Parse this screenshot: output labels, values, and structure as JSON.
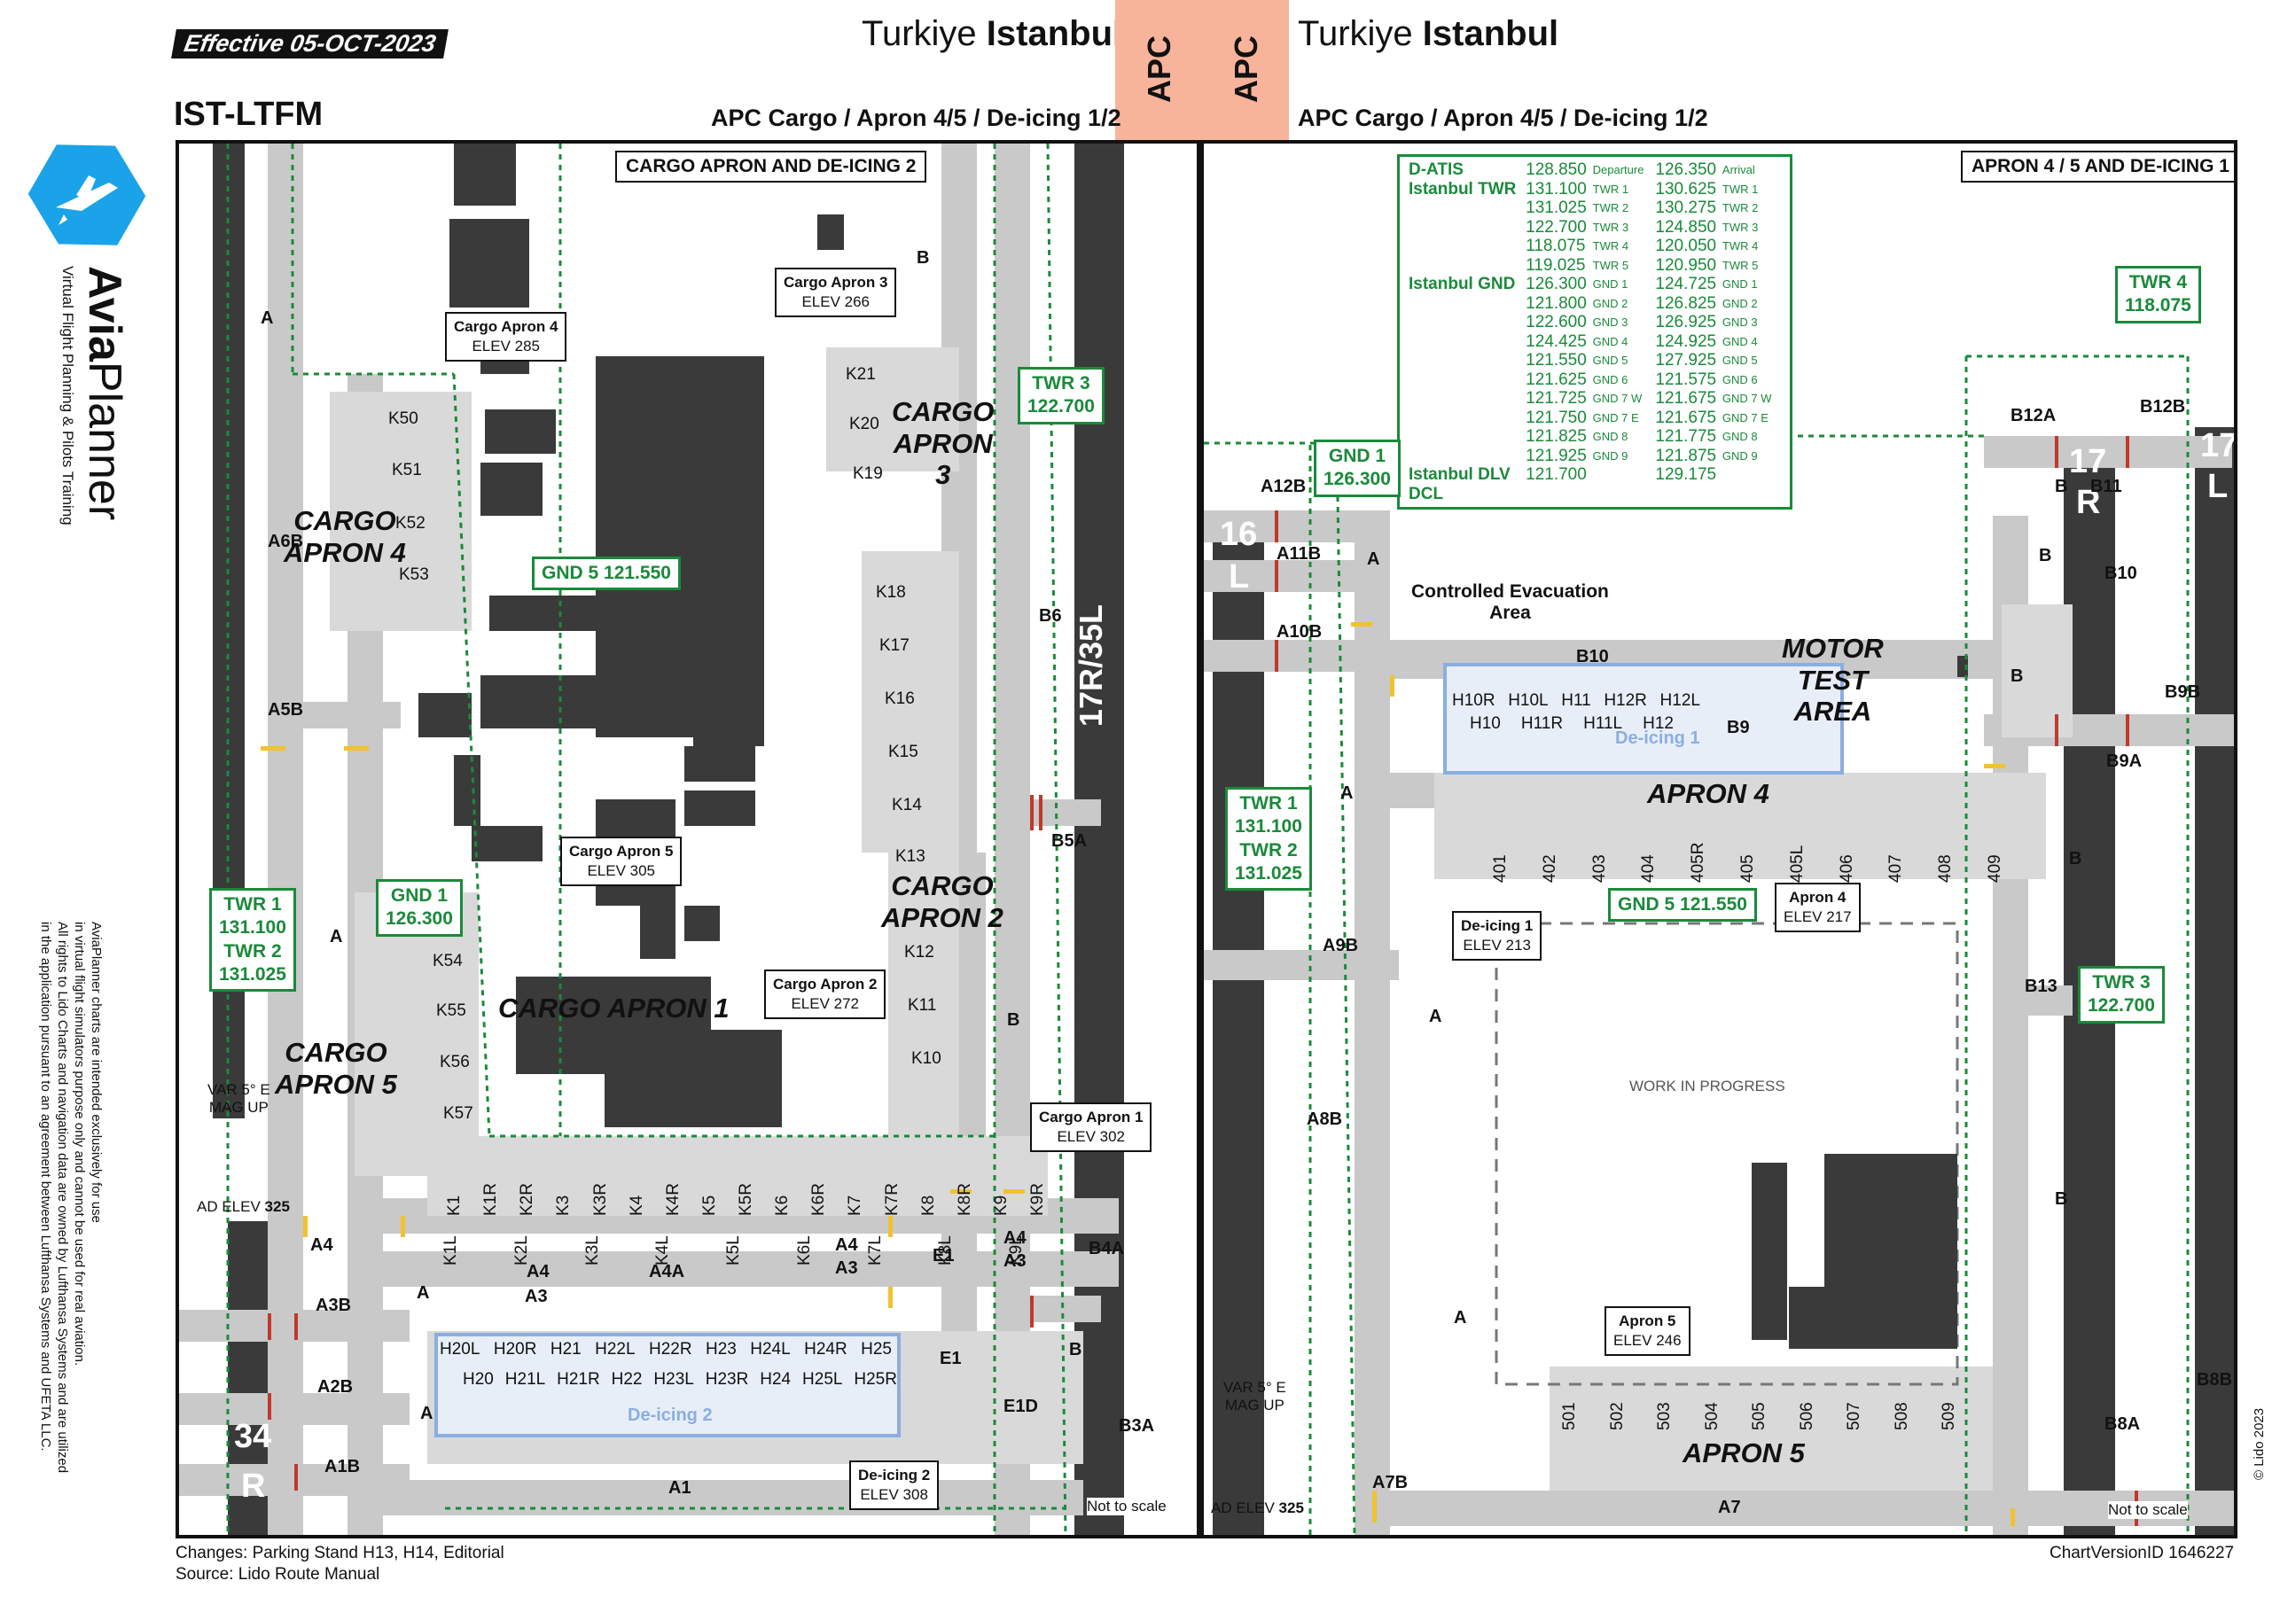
{
  "header": {
    "effective": "Effective  05-OCT-2023",
    "country_left": "Turkiye",
    "city_left": "Istanbul",
    "country_right": "Turkiye",
    "city_right": "Istanbul",
    "apc_left": "APC",
    "apc_right": "APC",
    "icao": "IST-LTFM",
    "subtitle_left": "APC Cargo / Apron 4/5 / De-icing 1/2",
    "subtitle_right": "APC Cargo / Apron 4/5 / De-icing 1/2",
    "apc_color": "#f7b49b"
  },
  "brand": {
    "name_a": "Avia",
    "name_b": "Planner",
    "tagline": "Virtual Flight Planning & Pilots Training",
    "logo_icon": "plane-icon",
    "logo_color": "#1aa3e8"
  },
  "side_notes": {
    "line1": "AviaPlanner charts are intended exclusively for use",
    "line2": "in virtual flight simulators purpose only and cannot be used for real aviation.",
    "line3": "All rights to Lido Charts and navigation data are owned by Lufthansa Systems and are utilized",
    "line4": "in the application pursuant to an agreement between Lufthansa Systems and UFETA LLC."
  },
  "left_panel": {
    "title": "CARGO APRON AND DE-ICING 2",
    "var": "VAR 5° E",
    "mag": "MAG UP",
    "ad_elev_label": "AD ELEV",
    "ad_elev": "325",
    "not_to_scale": "Not to scale",
    "runway_label": "17R/35L",
    "rwy_end_num": "34",
    "rwy_end_side": "R",
    "aprons": {
      "cargo1": "CARGO APRON 1",
      "cargo2a": "CARGO",
      "cargo2b": "APRON 2",
      "cargo3a": "CARGO",
      "cargo3b": "APRON",
      "cargo3c": "3",
      "cargo4a": "CARGO",
      "cargo4b": "APRON 4",
      "cargo5a": "CARGO",
      "cargo5b": "APRON 5",
      "deicing": "De-icing 2"
    },
    "info_boxes": [
      {
        "title": "Cargo Apron 4",
        "elev": "ELEV 285"
      },
      {
        "title": "Cargo Apron 3",
        "elev": "ELEV 266"
      },
      {
        "title": "Cargo Apron 5",
        "elev": "ELEV 305"
      },
      {
        "title": "Cargo Apron 2",
        "elev": "ELEV 272"
      },
      {
        "title": "Cargo Apron 1",
        "elev": "ELEV 302"
      },
      {
        "title": "De-icing 2",
        "elev": "ELEV 308"
      }
    ],
    "freq_boxes": {
      "gnd5": "GND 5 121.550",
      "twr3a": "TWR 3",
      "twr3b": "122.700",
      "gnd1a": "GND 1",
      "gnd1b": "126.300",
      "twr1a": "TWR 1",
      "twr1b": "131.100",
      "twr2a": "TWR 2",
      "twr2b": "131.025"
    },
    "stands_k_apron4": [
      "K50",
      "K51",
      "K52",
      "K53"
    ],
    "stands_k_apron3": [
      "K21",
      "K20",
      "K19"
    ],
    "stands_k_apron2": [
      "K18",
      "K17",
      "K16",
      "K15",
      "K14",
      "K13",
      "K12",
      "K11",
      "K10"
    ],
    "stands_k_apron5": [
      "K54",
      "K55",
      "K56",
      "K57"
    ],
    "stands_k_apron1_top": [
      "K1",
      "K1R",
      "K2R",
      "K3",
      "K3R",
      "K4",
      "K4R",
      "K5",
      "K5R",
      "K6",
      "K6R",
      "K7",
      "K7R",
      "K8",
      "K8R",
      "K9",
      "K9R"
    ],
    "stands_k_apron1_bot": [
      "K1L",
      "K2L",
      "K3L",
      "K4L",
      "K5L",
      "K6L",
      "K7L",
      "K8L",
      "K9L"
    ],
    "stands_h_top": [
      "H20L",
      "H20R",
      "H21",
      "H22L",
      "H22R",
      "H23",
      "H24L",
      "H24R",
      "H25"
    ],
    "stands_h_bot": [
      "H20",
      "H21L",
      "H21R",
      "H22",
      "H23L",
      "H23R",
      "H24",
      "H25L",
      "H25R"
    ],
    "taxiways": {
      "A": "A",
      "B": "B",
      "A6B": "A6B",
      "A5B": "A5B",
      "A4": "A4",
      "A3B": "A3B",
      "A2B": "A2B",
      "A1B": "A1B",
      "A1": "A1",
      "A3": "A3",
      "A4A": "A4A",
      "E1": "E1",
      "E1D": "E1D",
      "B3A": "B3A",
      "B4A": "B4A",
      "B5A": "B5A",
      "B6": "B6"
    }
  },
  "right_panel": {
    "title": "APRON 4 / 5 AND DE-ICING 1",
    "var": "VAR 5° E",
    "mag": "MAG UP",
    "ad_elev_label": "AD ELEV",
    "ad_elev": "325",
    "not_to_scale": "Not to scale",
    "wip": "WORK IN PROGRESS",
    "ctrl_evac_a": "Controlled Evacuation",
    "ctrl_evac_b": "Area",
    "motor_a": "MOTOR",
    "motor_b": "TEST",
    "motor_c": "AREA",
    "apron4": "APRON 4",
    "apron5": "APRON 5",
    "deicing": "De-icing 1",
    "rwy16_num": "16",
    "rwy16_side": "L",
    "rwy17r_num": "17",
    "rwy17r_side": "R",
    "rwy17l_num": "17",
    "rwy17l_side": "L",
    "info_boxes": [
      {
        "title": "De-icing 1",
        "elev": "ELEV 213"
      },
      {
        "title": "Apron 4",
        "elev": "ELEV 217"
      },
      {
        "title": "Apron 5",
        "elev": "ELEV 246"
      }
    ],
    "freq_boxes": {
      "gnd1a": "GND 1",
      "gnd1b": "126.300",
      "twr1a": "TWR 1",
      "twr1b": "131.100",
      "twr2a": "TWR 2",
      "twr2b": "131.025",
      "twr4a": "TWR 4",
      "twr4b": "118.075",
      "twr3a": "TWR 3",
      "twr3b": "122.700",
      "gnd5": "GND 5 121.550"
    },
    "stands_apron4": [
      "401",
      "402",
      "403",
      "404",
      "405R",
      "405",
      "405L",
      "406",
      "407",
      "408",
      "409"
    ],
    "stands_apron5": [
      "501",
      "502",
      "503",
      "504",
      "505",
      "506",
      "507",
      "508",
      "509"
    ],
    "stands_h_row1": [
      "H10R",
      "H10L",
      "H11",
      "H12R",
      "H12L"
    ],
    "stands_h_row2": [
      "H10",
      "H11R",
      "H11L",
      "H12"
    ],
    "taxiways": {
      "A12B": "A12B",
      "A11B": "A11B",
      "A10B": "A10B",
      "A9B": "A9B",
      "A8B": "A8B",
      "A7B": "A7B",
      "A7": "A7",
      "A": "A",
      "B": "B",
      "B10": "B10",
      "B9": "B9",
      "B9A": "B9A",
      "B9B": "B9B",
      "B11": "B11",
      "B12A": "B12A",
      "B12B": "B12B",
      "B13": "B13",
      "B8A": "B8A",
      "B8B": "B8B"
    }
  },
  "frequencies": [
    {
      "name": "D-ATIS",
      "f1": "128.850",
      "s1": "Departure",
      "f2": "126.350",
      "s2": "Arrival"
    },
    {
      "name": "Istanbul TWR",
      "f1": "131.100",
      "s1": "TWR 1",
      "f2": "130.625",
      "s2": "TWR 1"
    },
    {
      "name": "",
      "f1": "131.025",
      "s1": "TWR 2",
      "f2": "130.275",
      "s2": "TWR 2"
    },
    {
      "name": "",
      "f1": "122.700",
      "s1": "TWR 3",
      "f2": "124.850",
      "s2": "TWR 3"
    },
    {
      "name": "",
      "f1": "118.075",
      "s1": "TWR 4",
      "f2": "120.050",
      "s2": "TWR 4"
    },
    {
      "name": "",
      "f1": "119.025",
      "s1": "TWR 5",
      "f2": "120.950",
      "s2": "TWR 5"
    },
    {
      "name": "Istanbul GND",
      "f1": "126.300",
      "s1": "GND 1",
      "f2": "124.725",
      "s2": "GND 1"
    },
    {
      "name": "",
      "f1": "121.800",
      "s1": "GND 2",
      "f2": "126.825",
      "s2": "GND 2"
    },
    {
      "name": "",
      "f1": "122.600",
      "s1": "GND 3",
      "f2": "126.925",
      "s2": "GND 3"
    },
    {
      "name": "",
      "f1": "124.425",
      "s1": "GND 4",
      "f2": "124.925",
      "s2": "GND 4"
    },
    {
      "name": "",
      "f1": "121.550",
      "s1": "GND 5",
      "f2": "127.925",
      "s2": "GND 5"
    },
    {
      "name": "",
      "f1": "121.625",
      "s1": "GND 6",
      "f2": "121.575",
      "s2": "GND 6"
    },
    {
      "name": "",
      "f1": "121.725",
      "s1": "GND 7 W",
      "f2": "121.675",
      "s2": "GND 7 W"
    },
    {
      "name": "",
      "f1": "121.750",
      "s1": "GND 7 E",
      "f2": "121.675",
      "s2": "GND 7 E"
    },
    {
      "name": "",
      "f1": "121.825",
      "s1": "GND 8",
      "f2": "121.775",
      "s2": "GND 8"
    },
    {
      "name": "",
      "f1": "121.925",
      "s1": "GND 9",
      "f2": "121.875",
      "s2": "GND 9"
    },
    {
      "name": "Istanbul DLV",
      "f1": "121.700",
      "s1": "",
      "f2": "129.175",
      "s2": ""
    },
    {
      "name": "DCL",
      "f1": "",
      "s1": "",
      "f2": "",
      "s2": ""
    }
  ],
  "footer": {
    "changes": "Changes: Parking Stand H13, H14, Editorial",
    "source": "Source: Lido Route Manual",
    "chart_version": "ChartVersionID 1646227",
    "copyright": "© Lido 2023"
  },
  "colors": {
    "freq_green": "#1a8a3a",
    "taxiway": "#c9c9c9",
    "building": "#3a3a3a",
    "stand_arrow": "#f5a0a0",
    "deice_blue": "#8aaee0"
  }
}
